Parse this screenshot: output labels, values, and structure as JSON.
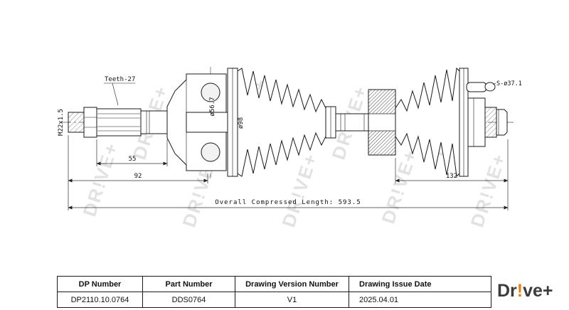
{
  "drawing": {
    "watermark_text": "DR!VE+",
    "labels": {
      "teeth": "Teeth-27",
      "thread_left": "M22x1.5",
      "joint_diameter": "ø56.7",
      "boot_diameter": "ø98",
      "thread_right": "S-ø37.1",
      "dim_spline": "55",
      "dim_left": "92",
      "dim_right": "132",
      "overall": "Overall Compressed Length: 593.5"
    }
  },
  "title_block": {
    "columns": [
      {
        "header": "DP Number",
        "value": "DP2110.10.0764"
      },
      {
        "header": "Part Number",
        "value": "DDS0764"
      },
      {
        "header": "Drawing Version Number",
        "value": "V1"
      },
      {
        "header": "Drawing Issue Date",
        "value": "2025.04.01"
      }
    ]
  },
  "logo": {
    "prefix": "Dr",
    "bang": "!",
    "suffix": "ve+"
  },
  "colors": {
    "accent": "#f07d00",
    "line": "#1a1a1a",
    "watermark": "#cccccc"
  }
}
